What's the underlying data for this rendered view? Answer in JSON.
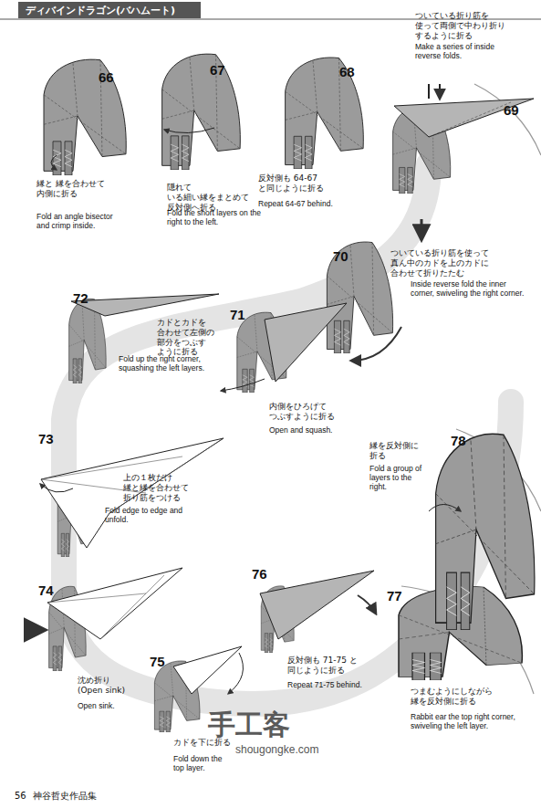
{
  "diagram": {
    "title": "ディバインドラゴン(バハムート)",
    "labels": [
      "66",
      "縁と 縁を合わせて 内側に折る",
      "Fold an angle bisector and crimp inside.",
      "67",
      "隠れて いる細い縁をまとめて 反対側へ折る",
      "Fold the short layers on the right to the left.",
      "68",
      "反対側も 64-67 と同じように折る",
      "Repeat 64-67 behind.",
      "ついている折り筋を 使って両側で中わり折り するように折る",
      "Make a series of inside reverse folds.",
      "69",
      "70",
      "ついている折り筋を使って 真ん中のカドを上のカドに 合わせて折りたたむ",
      "Inside reverse fold the inner corner, swiveling the right corner.",
      "72",
      "カドとカドを 合わせて左側の 部分をつぶす ように折る",
      "Fold up the right corner, squashing the left layers.",
      "71",
      "内側をひろげて つぶすように折る",
      "Open and squash.",
      "73",
      "上の１枚だけ 縁と縁を合わせて 折り筋をつける",
      "Fold edge to edge and unfold.",
      "78",
      "縁を反対側に 折る",
      "Fold a group of layers to the right.",
      "74",
      "沈め折り (Open sink)",
      "Open sink.",
      "76",
      "反対側も 71-75 と 同じように折る",
      "Repeat 71-75 behind.",
      "77",
      "75",
      "カドを下に折る",
      "Fold down the top layer.",
      "つまむようにしながら 縁を反対側に折る",
      "Rabbit ear the top right corner, swiveling the left layer.",
      "手工客",
      "shougongke.com",
      "56",
      "神谷哲史作品集"
    ]
  }
}
